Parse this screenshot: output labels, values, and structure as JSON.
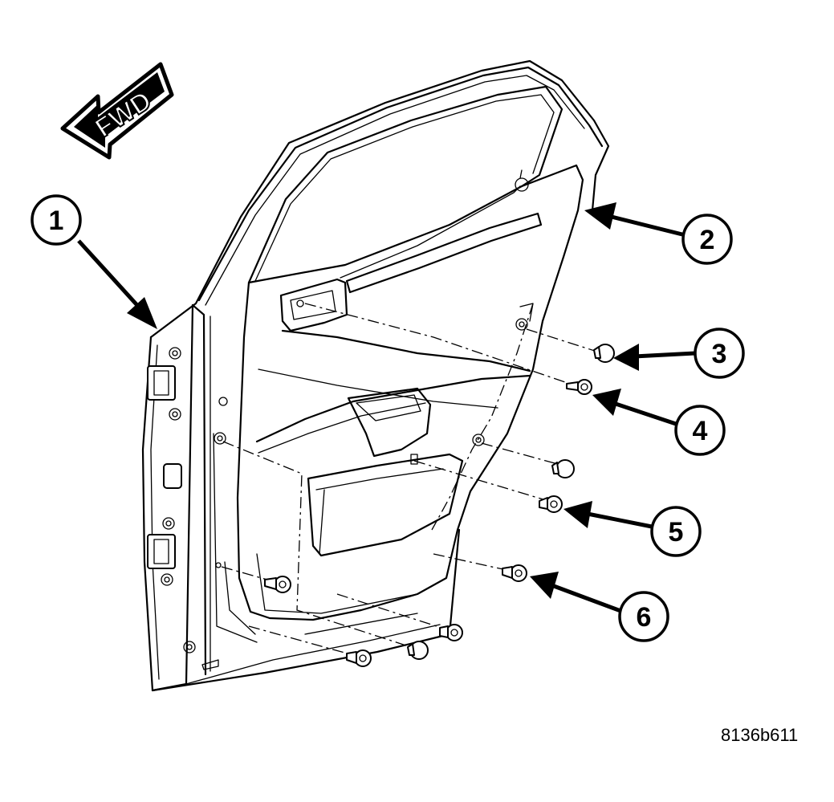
{
  "direction_label": "FWD",
  "callouts": [
    {
      "number": "1",
      "target": "door-shell"
    },
    {
      "number": "2",
      "target": "trim-panel"
    },
    {
      "number": "3",
      "target": "push-pin-retainer"
    },
    {
      "number": "4",
      "target": "screw"
    },
    {
      "number": "5",
      "target": "screw"
    },
    {
      "number": "6",
      "target": "screw"
    }
  ],
  "reference_code": "8136b611"
}
